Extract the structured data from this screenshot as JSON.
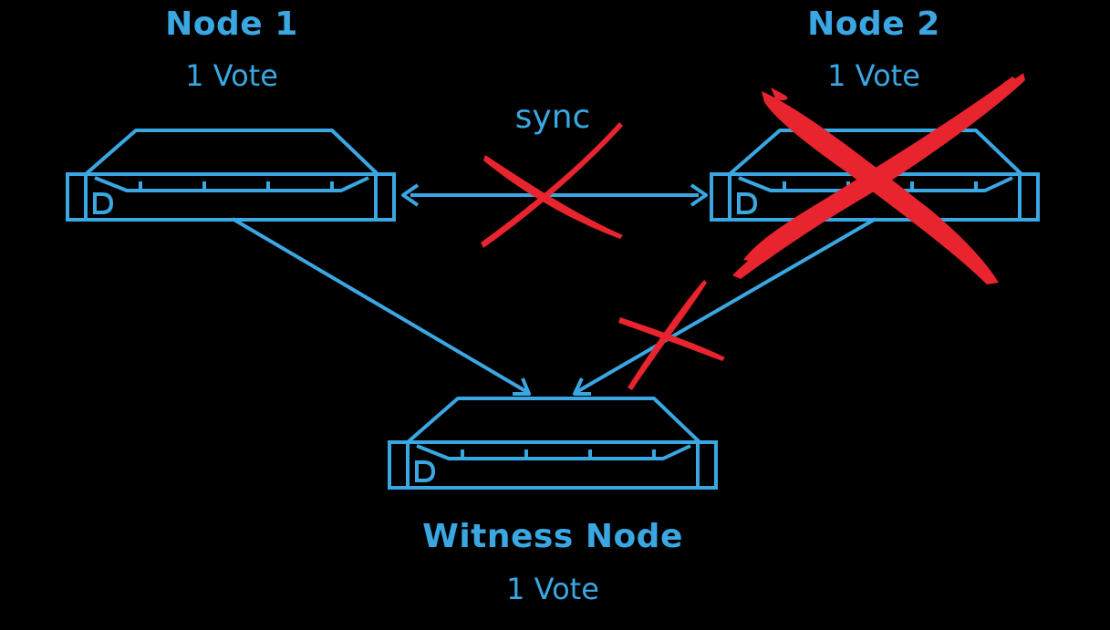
{
  "nodes": {
    "node1": {
      "title": "Node 1",
      "votes": "1 Vote",
      "failed": false
    },
    "node2": {
      "title": "Node 2",
      "votes": "1 Vote",
      "failed": true
    },
    "witness": {
      "title": "Witness Node",
      "votes": "1 Vote",
      "failed": false
    }
  },
  "links": {
    "sync_label": "sync",
    "node1_node2": {
      "label": "sync",
      "broken": true
    },
    "node1_witness": {
      "broken": false
    },
    "node2_witness": {
      "broken": true
    }
  },
  "colors": {
    "background": "#000000",
    "accent": "#3aa7e2",
    "failure": "#e8242f"
  },
  "icons": {
    "server": "server-rack-icon",
    "failure": "red-x-mark-icon",
    "arrow": "arrowhead-icon"
  }
}
